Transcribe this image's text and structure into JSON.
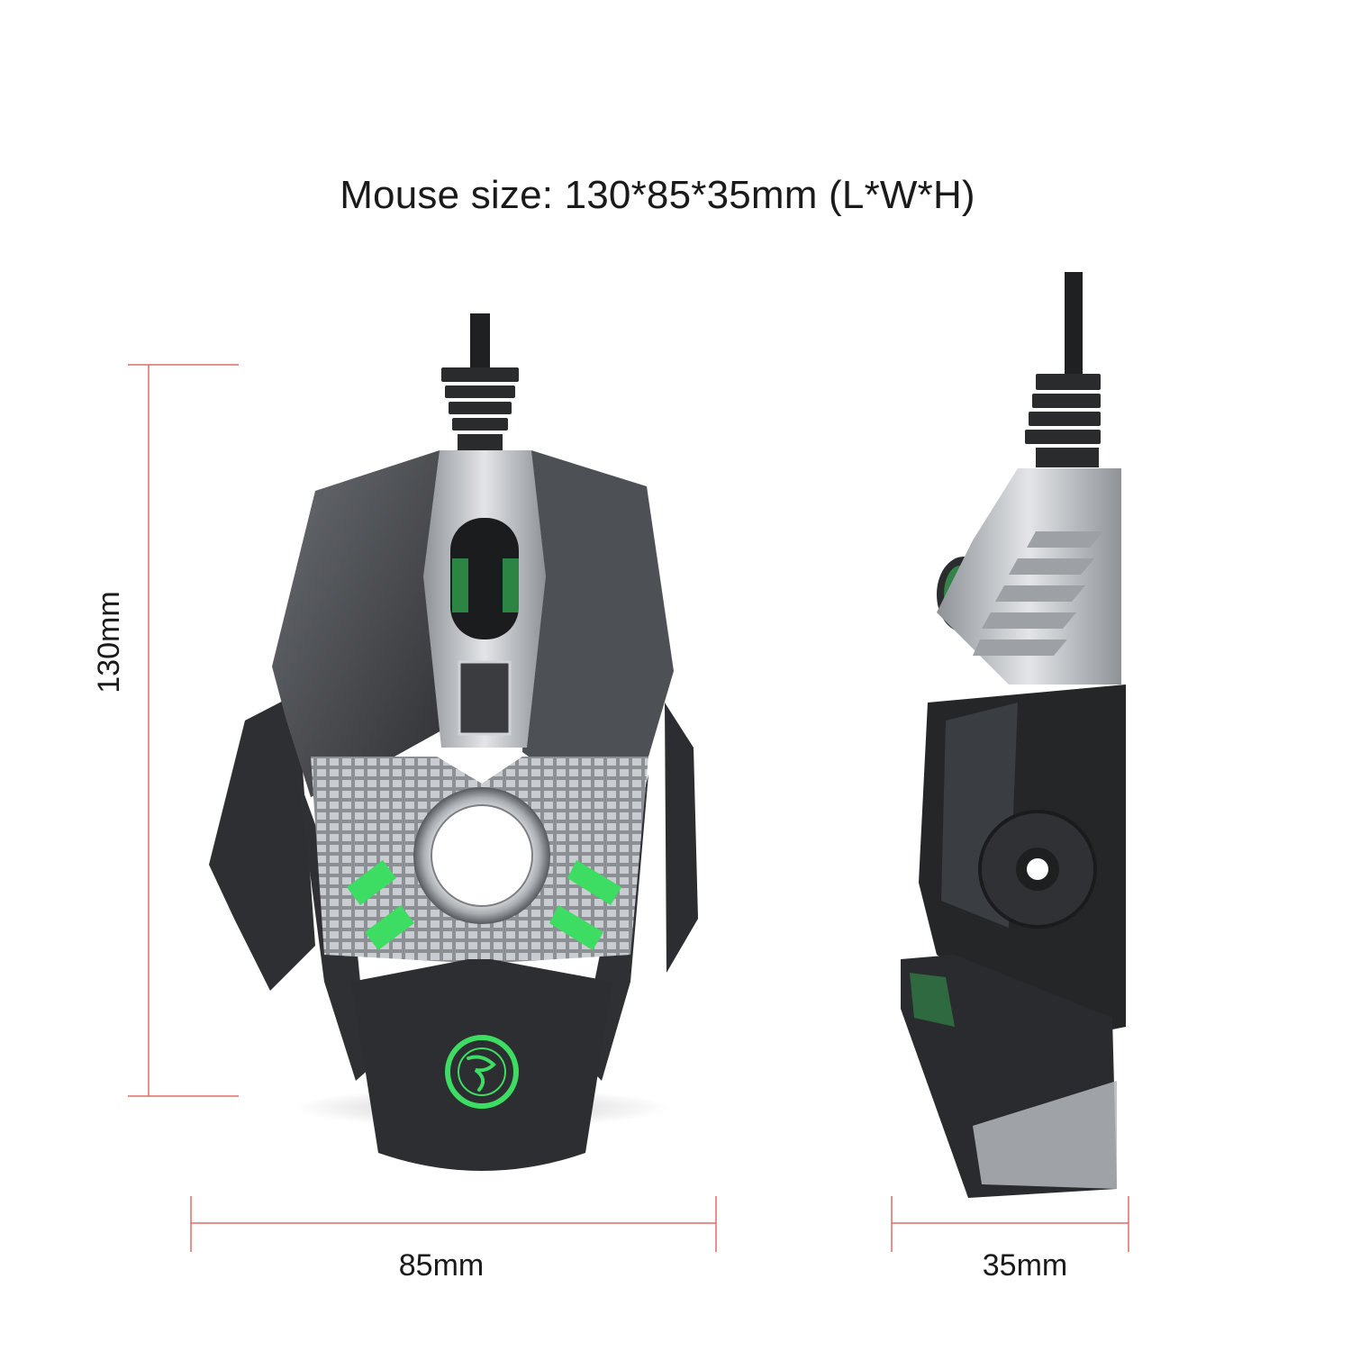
{
  "header": {
    "title": "Mouse size: 130*85*35mm (L*W*H)"
  },
  "dimensions": {
    "length_label": "130mm",
    "width_label": "85mm",
    "height_label": "35mm"
  },
  "colors": {
    "dimension_line": "#e06a6a",
    "body_dark": "#2b2d30",
    "body_mid": "#55585c",
    "chrome": "#b9bcc0",
    "accent_green": "#3ddc62"
  },
  "icons": {
    "logo": "scorpion-logo-icon"
  }
}
